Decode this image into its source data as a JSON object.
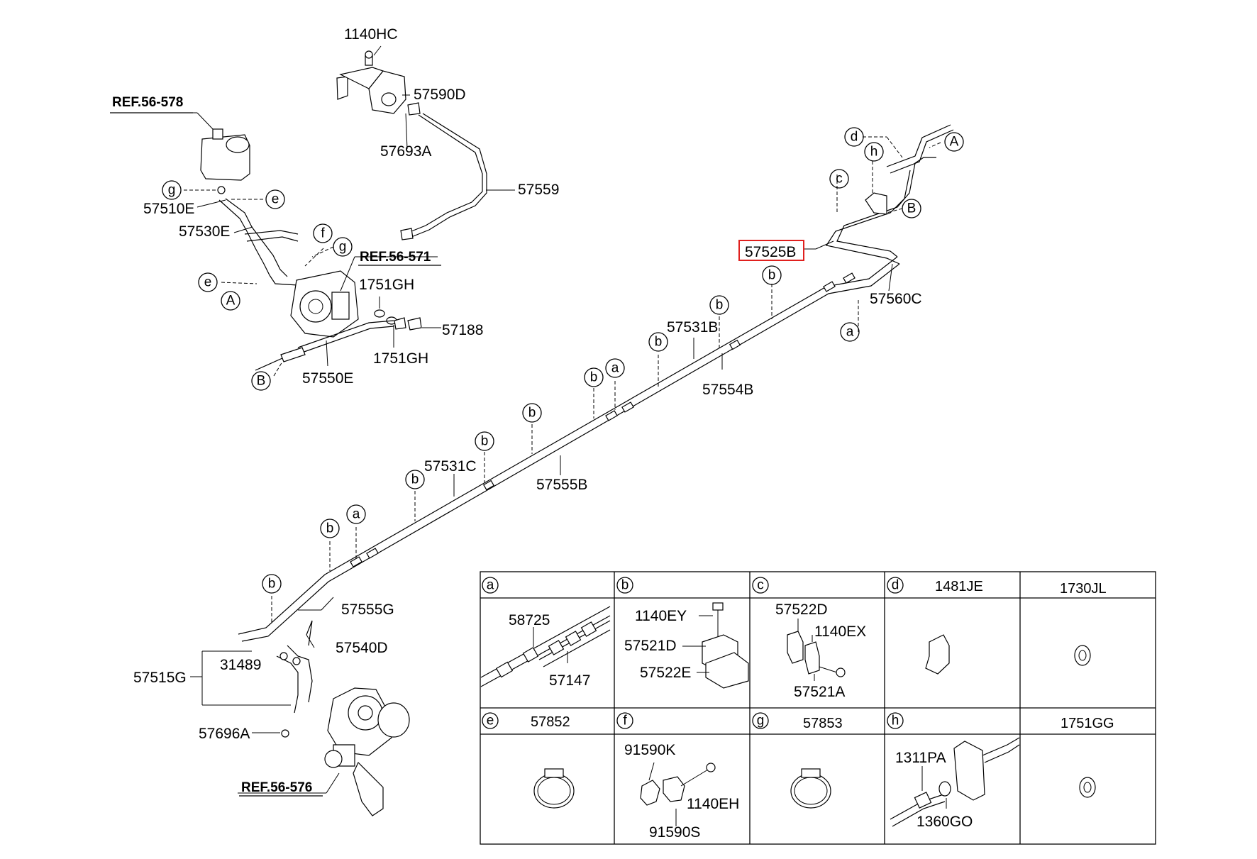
{
  "references": [
    "REF.56-578",
    "REF.56-571",
    "REF.56-576"
  ],
  "highlighted_part": "57525B",
  "main_labels": {
    "p1140HC": "1140HC",
    "p57590D": "57590D",
    "p57693A": "57693A",
    "p57559": "57559",
    "p57510E": "57510E",
    "p57530E": "57530E",
    "p1751GH_a": "1751GH",
    "p1751GH_b": "1751GH",
    "p57188": "57188",
    "p57550E": "57550E",
    "p57560C": "57560C",
    "p57531B": "57531B",
    "p57554B": "57554B",
    "p57531C": "57531C",
    "p57555B": "57555B",
    "p57555G": "57555G",
    "p57540D": "57540D",
    "p31489": "31489",
    "p57515G": "57515G",
    "p57696A": "57696A"
  },
  "callout_letters": {
    "A": "A",
    "B": "B",
    "a": "a",
    "b": "b",
    "c": "c",
    "d": "d",
    "e": "e",
    "f": "f",
    "g": "g",
    "h": "h"
  },
  "table": {
    "cells": [
      {
        "key": "a",
        "title": "",
        "parts": [
          "58725",
          "57147"
        ]
      },
      {
        "key": "b",
        "title": "",
        "parts": [
          "1140EY",
          "57521D",
          "57522E"
        ]
      },
      {
        "key": "c",
        "title": "",
        "parts": [
          "57522D",
          "1140EX",
          "57521A"
        ]
      },
      {
        "key": "d",
        "title": "1481JE",
        "parts": []
      },
      {
        "key": "",
        "title": "1730JL",
        "parts": []
      },
      {
        "key": "e",
        "title": "57852",
        "parts": []
      },
      {
        "key": "f",
        "title": "",
        "parts": [
          "91590K",
          "1140EH",
          "91590S"
        ]
      },
      {
        "key": "g",
        "title": "57853",
        "parts": []
      },
      {
        "key": "h",
        "title": "",
        "parts": [
          "1311PA",
          "1360GO"
        ]
      },
      {
        "key": "",
        "title": "1751GG",
        "parts": []
      }
    ]
  },
  "colors": {
    "line": "#000000",
    "highlight": "#e0201e",
    "background": "#ffffff"
  }
}
